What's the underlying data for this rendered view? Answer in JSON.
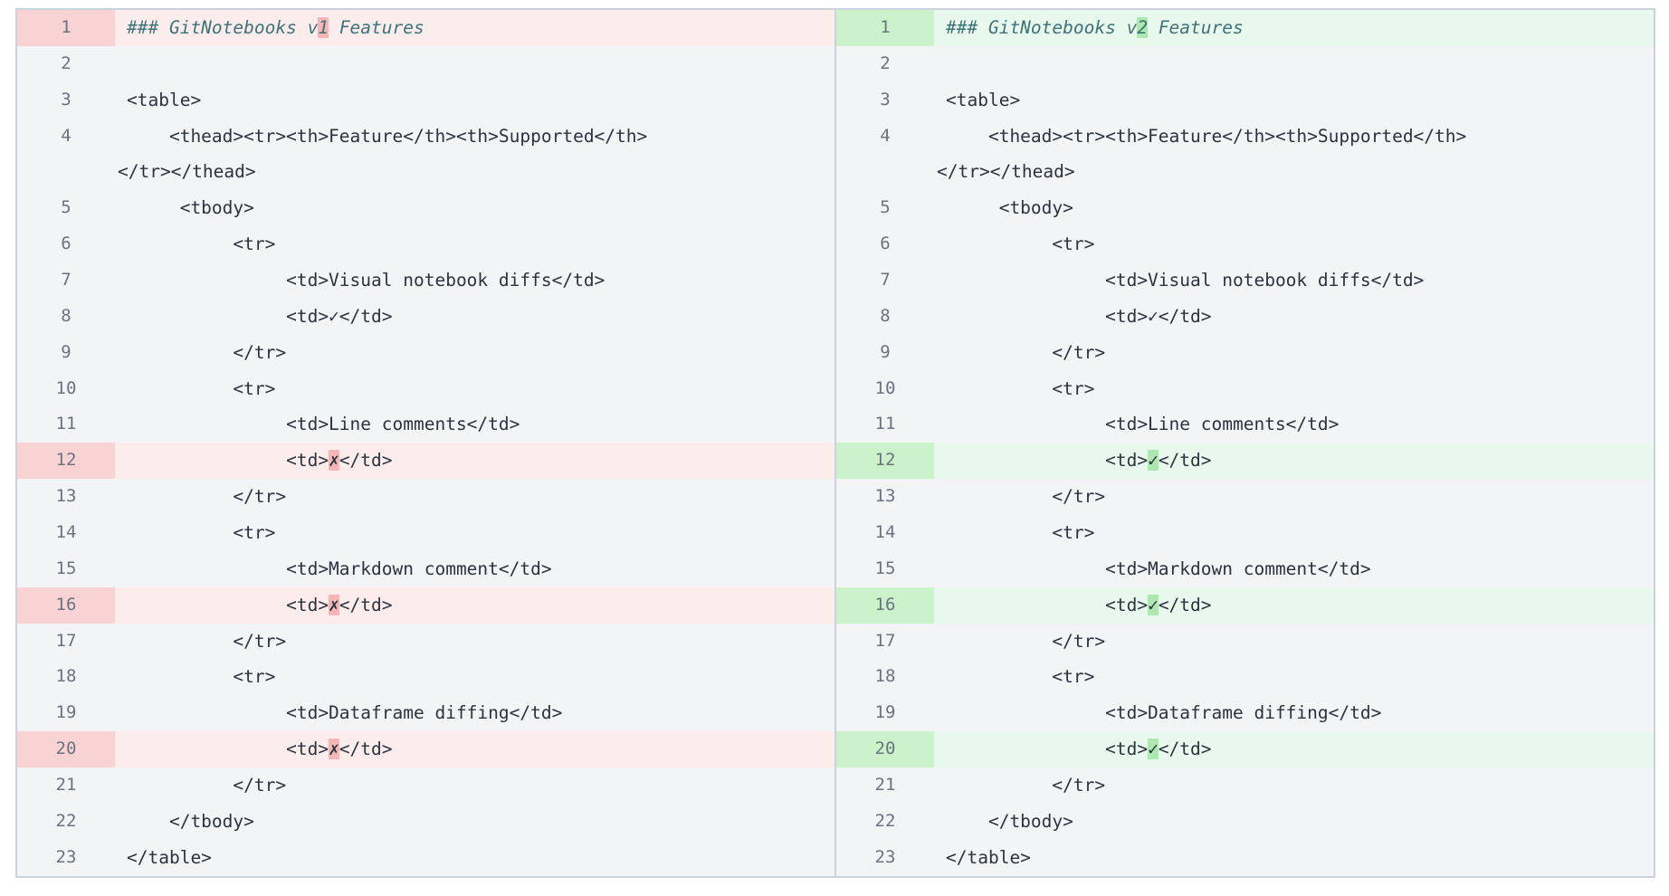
{
  "colors": {
    "page_bg": "#ffffff",
    "pane_bg": "#f3f4f5",
    "border": "#ccd2db",
    "line_number_text": "#6b7382",
    "code_text": "#2b3340",
    "heading_text": "#3e737a",
    "deletion_row_bg": "#fcedec",
    "deletion_gutter_bg": "#f9d3d3",
    "deletion_char_bg": "#f6b6b6",
    "addition_row_bg": "#e9f8ec",
    "addition_gutter_bg": "#ccf2cc",
    "addition_char_bg": "#aee8b0"
  },
  "icons": {
    "check_glyph": "✓",
    "cross_glyph": "✗"
  },
  "panes": {
    "left": {
      "name": "old-version",
      "heading_line": "### GitNotebooks v1 Features",
      "rows": [
        {
          "num": "1",
          "kind": "del",
          "heading": true,
          "segments": [
            {
              "text": "### GitNotebooks v"
            },
            {
              "text": "1",
              "hl": true
            },
            {
              "text": " Features"
            }
          ]
        },
        {
          "num": "2",
          "kind": "none",
          "segments": [
            {
              "text": ""
            }
          ]
        },
        {
          "num": "3",
          "kind": "none",
          "segments": [
            {
              "text": "<table>"
            }
          ]
        },
        {
          "num": "4",
          "kind": "none",
          "segments": [
            {
              "text": "    <thead><tr><th>Feature</th><th>Supported</th>"
            }
          ]
        },
        {
          "num": "",
          "kind": "none",
          "wrap": true,
          "segments": [
            {
              "text": "</tr></thead>"
            }
          ]
        },
        {
          "num": "5",
          "kind": "none",
          "segments": [
            {
              "text": "     <tbody>"
            }
          ]
        },
        {
          "num": "6",
          "kind": "none",
          "segments": [
            {
              "text": "          <tr>"
            }
          ]
        },
        {
          "num": "7",
          "kind": "none",
          "segments": [
            {
              "text": "               <td>Visual notebook diffs</td>"
            }
          ]
        },
        {
          "num": "8",
          "kind": "none",
          "segments": [
            {
              "text": "               <td>✓</td>"
            }
          ]
        },
        {
          "num": "9",
          "kind": "none",
          "segments": [
            {
              "text": "          </tr>"
            }
          ]
        },
        {
          "num": "10",
          "kind": "none",
          "segments": [
            {
              "text": "          <tr>"
            }
          ]
        },
        {
          "num": "11",
          "kind": "none",
          "segments": [
            {
              "text": "               <td>Line comments</td>"
            }
          ]
        },
        {
          "num": "12",
          "kind": "del",
          "segments": [
            {
              "text": "               <td>"
            },
            {
              "text": "✗",
              "hl": true
            },
            {
              "text": "</td>"
            }
          ]
        },
        {
          "num": "13",
          "kind": "none",
          "segments": [
            {
              "text": "          </tr>"
            }
          ]
        },
        {
          "num": "14",
          "kind": "none",
          "segments": [
            {
              "text": "          <tr>"
            }
          ]
        },
        {
          "num": "15",
          "kind": "none",
          "segments": [
            {
              "text": "               <td>Markdown comment</td>"
            }
          ]
        },
        {
          "num": "16",
          "kind": "del",
          "segments": [
            {
              "text": "               <td>"
            },
            {
              "text": "✗",
              "hl": true
            },
            {
              "text": "</td>"
            }
          ]
        },
        {
          "num": "17",
          "kind": "none",
          "segments": [
            {
              "text": "          </tr>"
            }
          ]
        },
        {
          "num": "18",
          "kind": "none",
          "segments": [
            {
              "text": "          <tr>"
            }
          ]
        },
        {
          "num": "19",
          "kind": "none",
          "segments": [
            {
              "text": "               <td>Dataframe diffing</td>"
            }
          ]
        },
        {
          "num": "20",
          "kind": "del",
          "segments": [
            {
              "text": "               <td>"
            },
            {
              "text": "✗",
              "hl": true
            },
            {
              "text": "</td>"
            }
          ]
        },
        {
          "num": "21",
          "kind": "none",
          "segments": [
            {
              "text": "          </tr>"
            }
          ]
        },
        {
          "num": "22",
          "kind": "none",
          "segments": [
            {
              "text": "    </tbody>"
            }
          ]
        },
        {
          "num": "23",
          "kind": "none",
          "segments": [
            {
              "text": "</table>"
            }
          ]
        }
      ]
    },
    "right": {
      "name": "new-version",
      "heading_line": "### GitNotebooks v2 Features",
      "rows": [
        {
          "num": "1",
          "kind": "add",
          "heading": true,
          "segments": [
            {
              "text": "### GitNotebooks v"
            },
            {
              "text": "2",
              "hl": true
            },
            {
              "text": " Features"
            }
          ]
        },
        {
          "num": "2",
          "kind": "none",
          "segments": [
            {
              "text": ""
            }
          ]
        },
        {
          "num": "3",
          "kind": "none",
          "segments": [
            {
              "text": "<table>"
            }
          ]
        },
        {
          "num": "4",
          "kind": "none",
          "segments": [
            {
              "text": "    <thead><tr><th>Feature</th><th>Supported</th>"
            }
          ]
        },
        {
          "num": "",
          "kind": "none",
          "wrap": true,
          "segments": [
            {
              "text": "</tr></thead>"
            }
          ]
        },
        {
          "num": "5",
          "kind": "none",
          "segments": [
            {
              "text": "     <tbody>"
            }
          ]
        },
        {
          "num": "6",
          "kind": "none",
          "segments": [
            {
              "text": "          <tr>"
            }
          ]
        },
        {
          "num": "7",
          "kind": "none",
          "segments": [
            {
              "text": "               <td>Visual notebook diffs</td>"
            }
          ]
        },
        {
          "num": "8",
          "kind": "none",
          "segments": [
            {
              "text": "               <td>✓</td>"
            }
          ]
        },
        {
          "num": "9",
          "kind": "none",
          "segments": [
            {
              "text": "          </tr>"
            }
          ]
        },
        {
          "num": "10",
          "kind": "none",
          "segments": [
            {
              "text": "          <tr>"
            }
          ]
        },
        {
          "num": "11",
          "kind": "none",
          "segments": [
            {
              "text": "               <td>Line comments</td>"
            }
          ]
        },
        {
          "num": "12",
          "kind": "add",
          "segments": [
            {
              "text": "               <td>"
            },
            {
              "text": "✓",
              "hl": true
            },
            {
              "text": "</td>"
            }
          ]
        },
        {
          "num": "13",
          "kind": "none",
          "segments": [
            {
              "text": "          </tr>"
            }
          ]
        },
        {
          "num": "14",
          "kind": "none",
          "segments": [
            {
              "text": "          <tr>"
            }
          ]
        },
        {
          "num": "15",
          "kind": "none",
          "segments": [
            {
              "text": "               <td>Markdown comment</td>"
            }
          ]
        },
        {
          "num": "16",
          "kind": "add",
          "segments": [
            {
              "text": "               <td>"
            },
            {
              "text": "✓",
              "hl": true
            },
            {
              "text": "</td>"
            }
          ]
        },
        {
          "num": "17",
          "kind": "none",
          "segments": [
            {
              "text": "          </tr>"
            }
          ]
        },
        {
          "num": "18",
          "kind": "none",
          "segments": [
            {
              "text": "          <tr>"
            }
          ]
        },
        {
          "num": "19",
          "kind": "none",
          "segments": [
            {
              "text": "               <td>Dataframe diffing</td>"
            }
          ]
        },
        {
          "num": "20",
          "kind": "add",
          "segments": [
            {
              "text": "               <td>"
            },
            {
              "text": "✓",
              "hl": true
            },
            {
              "text": "</td>"
            }
          ]
        },
        {
          "num": "21",
          "kind": "none",
          "segments": [
            {
              "text": "          </tr>"
            }
          ]
        },
        {
          "num": "22",
          "kind": "none",
          "segments": [
            {
              "text": "    </tbody>"
            }
          ]
        },
        {
          "num": "23",
          "kind": "none",
          "segments": [
            {
              "text": "</table>"
            }
          ]
        }
      ]
    }
  }
}
